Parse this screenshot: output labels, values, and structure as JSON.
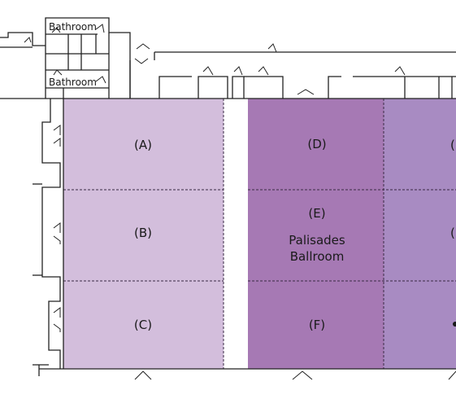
{
  "colors": {
    "light_room": "#d3bedc",
    "dark_room": "#a679b4",
    "mid_room": "#a88bc2",
    "wall": "#222222"
  },
  "bathrooms": [
    {
      "label": "Bathroom"
    },
    {
      "label": "Bathroom"
    }
  ],
  "sections": [
    {
      "label": "(A)"
    },
    {
      "label": "(B)"
    },
    {
      "label": "(C)"
    },
    {
      "label": "(D)"
    },
    {
      "label": "(E)"
    },
    {
      "label": "(F)"
    }
  ],
  "ballroom": {
    "name_line1": "Palisades",
    "name_line2": "Ballroom"
  }
}
